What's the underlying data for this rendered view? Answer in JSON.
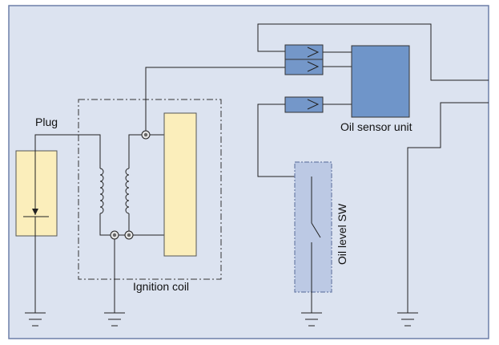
{
  "labels": {
    "plug": "Plug",
    "ignition_coil": "Ignition coil",
    "oil_sensor_unit": "Oil sensor unit",
    "oil_level_sw": "Oil level SW"
  },
  "colors": {
    "panel_bg": "#dce3f0",
    "panel_border": "#6d7fa8",
    "block_fill": "#fbeebb",
    "block_stroke": "#555555",
    "sensor_fill": "#6f95c9",
    "connector_fill": "#7497c9",
    "switch_fill": "#bcc9e4",
    "wire": "#222222"
  }
}
